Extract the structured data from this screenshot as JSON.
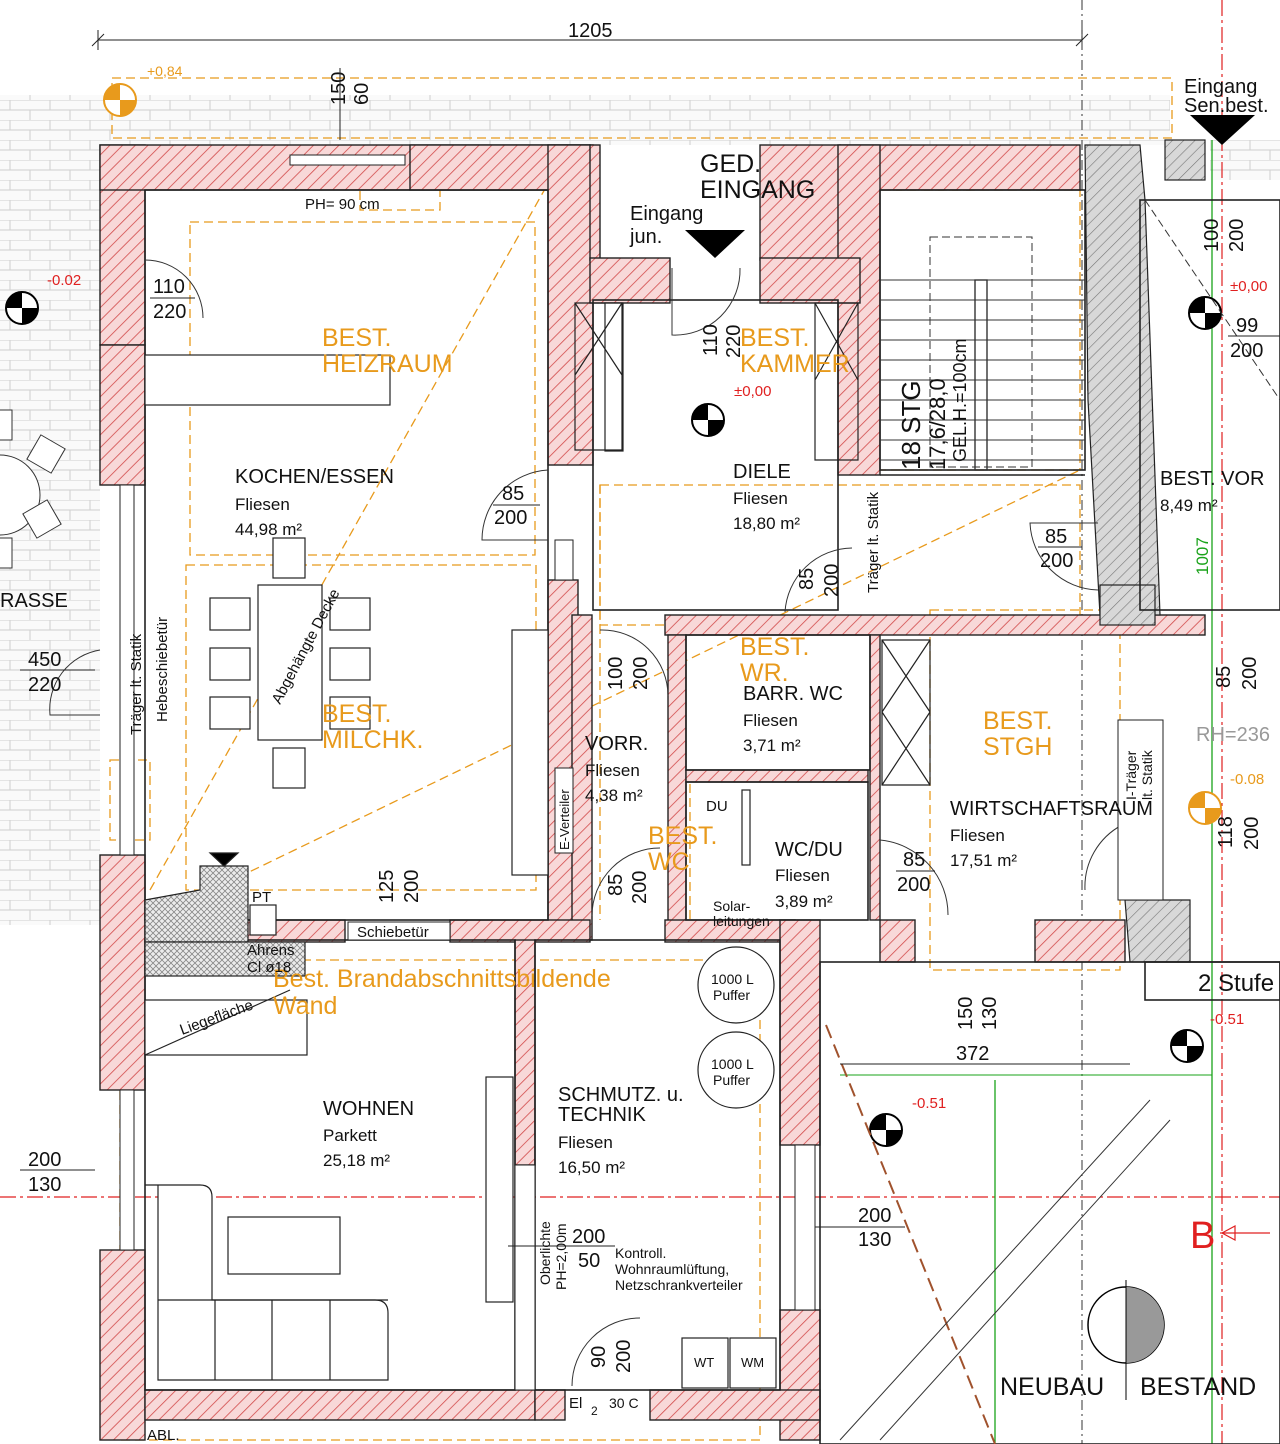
{
  "colors": {
    "wall_hatch": "#e05050",
    "wall_fill": "#f7d6d6",
    "existing": "#e89a1c",
    "level": "#e02020",
    "green_line": "#1aa31a",
    "text": "#111111"
  },
  "top_dimension": "1205",
  "level_marks": {
    "plus_084": "+0,84",
    "minus_002": "-0.02",
    "zero_kammer": "±0,00",
    "zero_right": "±0,00",
    "minus_008": "-0.08",
    "minus_051_right": "-0.51",
    "minus_051_mid": "-0.51"
  },
  "window_dims": {
    "top_150": "150",
    "top_60": "60",
    "w110": "110",
    "w220": "220",
    "w450": "450",
    "w220b": "220",
    "w200l": "200",
    "w130l": "130",
    "w99": "99",
    "w200r": "200",
    "w100r": "100",
    "w200r2": "200",
    "w85r": "85",
    "w200r3": "200",
    "w118": "118",
    "w200r4": "200",
    "w150c": "150",
    "w130c": "130",
    "w372": "372",
    "w200c": "200",
    "w130c2": "130",
    "w200t": "200",
    "w50t": "50"
  },
  "door_dims": {
    "d85a": "85",
    "d200a": "200",
    "d110": "110",
    "d220": "220",
    "d85b": "85",
    "d200b": "200",
    "d85c": "85",
    "d200c": "200",
    "d100": "100",
    "d200d": "200",
    "d85e": "85",
    "d200e": "200",
    "d85f": "85",
    "d200f": "200",
    "d125": "125",
    "d200g": "200",
    "d90": "90",
    "d200h": "200"
  },
  "rooms": {
    "kochen": {
      "name": "KOCHEN/ESSEN",
      "floor": "Fliesen",
      "area": "44,98 m²"
    },
    "diele": {
      "name": "DIELE",
      "floor": "Fliesen",
      "area": "18,80 m²"
    },
    "vorr": {
      "name": "VORR.",
      "floor": "Fliesen",
      "area": "4,38 m²"
    },
    "barr_wc": {
      "name": "BARR. WC",
      "floor": "Fliesen",
      "area": "3,71 m²"
    },
    "wcdu": {
      "name": "WC/DU",
      "floor": "Fliesen",
      "area": "3,89 m²"
    },
    "wirtschaft": {
      "name": "WIRTSCHAFTSRAUM",
      "floor": "Fliesen",
      "area": "17,51 m²"
    },
    "wohnen": {
      "name": "WOHNEN",
      "floor": "Parkett",
      "area": "25,18 m²"
    },
    "schmutz": {
      "name1": "SCHMUTZ. u.",
      "name2": "TECHNIK",
      "floor": "Fliesen",
      "area": "16,50 m²"
    },
    "best_vor": {
      "name": "BEST. VOR",
      "area": "8,49 m²"
    }
  },
  "existing_labels": {
    "heizraum1": "BEST.",
    "heizraum2": "HEIZRAUM",
    "kammer1": "BEST.",
    "kammer2": "KAMMER",
    "milchk1": "BEST.",
    "milchk2": "MILCHK.",
    "wr1": "BEST.",
    "wr2": "WR.",
    "stgh1": "BEST.",
    "stgh2": "STGH",
    "wc1": "BEST.",
    "wc2": "WC",
    "brand1": "Best. Brandabschnittsbildende",
    "brand2": "Wand"
  },
  "entrances": {
    "ged1": "GED.",
    "ged2": "EINGANG",
    "jun1": "Eingang",
    "jun2": "jun.",
    "sen1": "Eingang",
    "sen2": "Sen.best."
  },
  "stair": {
    "steps": "18 STG",
    "ratio": "17,6/28,0",
    "rail": "GEL.H.=100cm"
  },
  "notes": {
    "ph90": "PH= 90 cm",
    "abgehaengt": "Abgehängte Decke",
    "traeger1": "Träger lt. Statik",
    "hebe": "Hebeschiebetür",
    "traeger2": "Träger lt. Statik",
    "itraeger1": "I-Träger",
    "itraeger2": "lt. Statik",
    "everteiler": "E-Verteiler",
    "schiebe": "Schiebetür",
    "pt": "PT",
    "ahrens1": "Ahrens",
    "ahrens2": "Cl ø18",
    "liege": "Liegefläche",
    "puffer1": "1000 L",
    "puffer2": "Puffer",
    "solar1": "Solar-",
    "solar2": "leitungen",
    "du": "DU",
    "rh": "RH=236",
    "oberlicht1": "Oberlichte",
    "oberlicht2": "PH=2,00m",
    "kontroll1": "Kontroll.",
    "kontroll2": "Wohnraumlüftung,",
    "kontroll3": "Netzschrankverteiler",
    "wt": "WT",
    "wm": "WM",
    "el": "El",
    "el2": "2",
    "el3": "30 C",
    "terrasse": "RASSE",
    "stufen": "2 Stufe",
    "abl": "ABL.",
    "dim1007": "1007",
    "section": "B",
    "neubau": "NEUBAU",
    "bestand": "BESTAND"
  }
}
